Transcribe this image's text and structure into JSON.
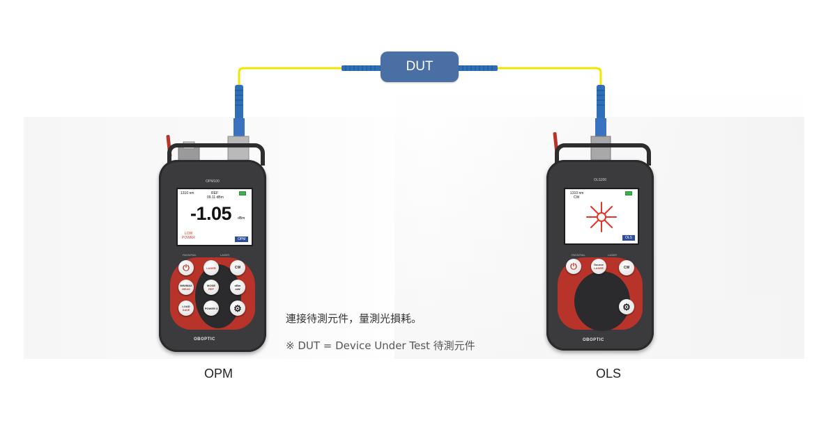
{
  "dut": {
    "label": "DUT"
  },
  "opm": {
    "label": "OPM",
    "model": "OPM100",
    "screen": {
      "wavelength": "1310 nm",
      "ref_label": "REF",
      "ref_value": "09.11 dBm",
      "reading": "-1.05",
      "unit": "dBm",
      "low_power": "LOW",
      "low_power_2": "POWER",
      "mode_tag": "OPM"
    },
    "leds": {
      "pass_fail": "PASS/FAIL",
      "laser": "LASER"
    },
    "keys": {
      "power": "⏻",
      "laser": "LASER",
      "cw": "CW",
      "minmax": "MIN/MAX",
      "minmax_sub": "MEAS",
      "mode": "MODE",
      "mode_sub": "REF",
      "dbm": "dBm",
      "dbm_sub": "mW",
      "load": "LOAD",
      "load_sub": "SAVE",
      "power3": "POWER 3",
      "settings": "⚙"
    },
    "brand": "OBOPTIC"
  },
  "ols": {
    "label": "OLS",
    "model": "OLS200",
    "screen": {
      "wavelength": "1310 nm",
      "mode": "CW",
      "mode_tag": "OLS"
    },
    "leds": {
      "pass_fail": "PASS/FAIL",
      "laser": "LASER"
    },
    "keys": {
      "power": "⏻",
      "source": "Source",
      "source_sub": "LASER",
      "cw": "CW",
      "settings": "⚙"
    },
    "brand": "OBOPTIC"
  },
  "notes": {
    "line1": "連接待測元件，量測光損耗。",
    "line2": "※ DUT = Device Under Test 待測元件"
  },
  "colors": {
    "dut_box": "#4a6fa5",
    "cable": "#f2e600",
    "connector": "#2f6fb8",
    "device_body": "#3b3b3d",
    "device_accent": "#b8342a",
    "laser_star": "#e8332a"
  }
}
